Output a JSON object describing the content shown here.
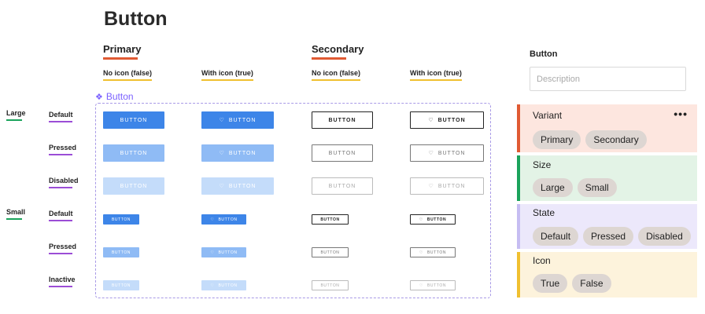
{
  "page": {
    "title": "Button"
  },
  "columns": {
    "primary": "Primary",
    "secondary": "Secondary",
    "no_icon": "No icon (false)",
    "with_icon": "With icon (true)"
  },
  "component_label": "Button",
  "sizes": {
    "large": "Large",
    "small": "Small"
  },
  "states": {
    "large": [
      "Default",
      "Pressed",
      "Disabled"
    ],
    "small": [
      "Default",
      "Pressed",
      "Inactive"
    ]
  },
  "button_text": "BUTTON",
  "icons": {
    "component": "component-diamond-icon",
    "heart": "heart-icon",
    "more": "more-horizontal-icon"
  },
  "colors": {
    "primary_default": "#3d85e8",
    "primary_pressed": "#8fbbf5",
    "primary_disabled": "#c4dcfa",
    "variant_accent": "#e05a33",
    "size_accent": "#1aa35b",
    "state_accent": "#9b4dd6",
    "icon_accent": "#f0c030",
    "component_purple": "#7b61ff"
  },
  "panel": {
    "title": "Button",
    "description_placeholder": "Description",
    "properties": [
      {
        "name": "Variant",
        "values": [
          "Primary",
          "Secondary"
        ]
      },
      {
        "name": "Size",
        "values": [
          "Large",
          "Small"
        ]
      },
      {
        "name": "State",
        "values": [
          "Default",
          "Pressed",
          "Disabled"
        ]
      },
      {
        "name": "Icon",
        "values": [
          "True",
          "False"
        ]
      }
    ]
  }
}
